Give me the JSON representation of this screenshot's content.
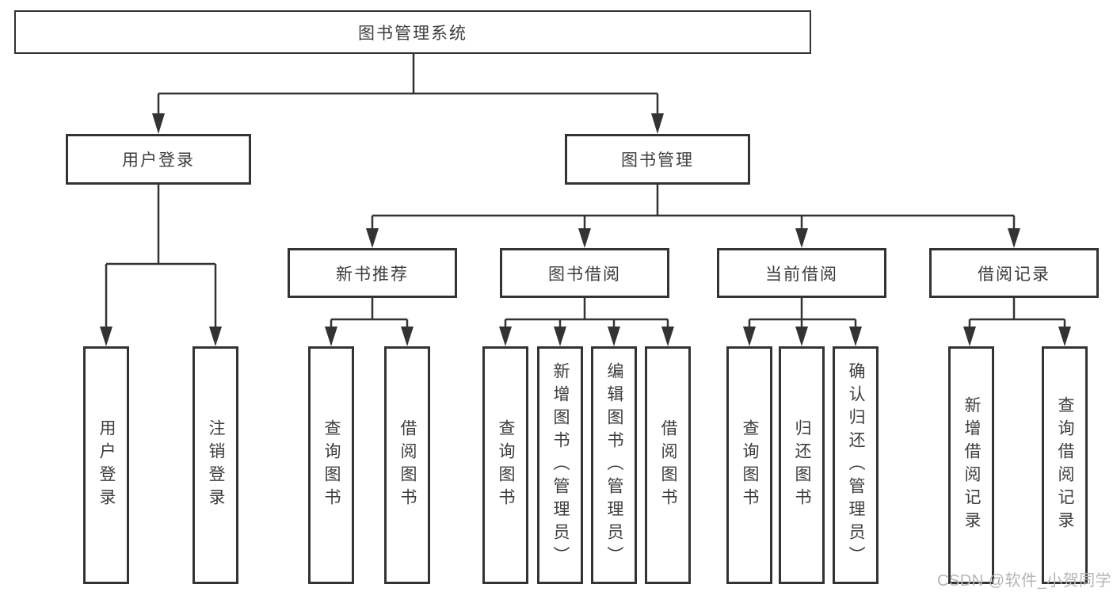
{
  "tree": {
    "label": "图书管理系统",
    "children": [
      {
        "label": "用户登录",
        "children": [
          {
            "label": "用户登录"
          },
          {
            "label": "注销登录"
          }
        ]
      },
      {
        "label": "图书管理",
        "children": [
          {
            "label": "新书推荐",
            "children": [
              {
                "label": "查询图书"
              },
              {
                "label": "借阅图书"
              }
            ]
          },
          {
            "label": "图书借阅",
            "children": [
              {
                "label": "查询图书"
              },
              {
                "label": "新增图书（管理员）"
              },
              {
                "label": "编辑图书（管理员）"
              },
              {
                "label": "借阅图书"
              }
            ]
          },
          {
            "label": "当前借阅",
            "children": [
              {
                "label": "查询图书"
              },
              {
                "label": "归还图书"
              },
              {
                "label": "确认归还（管理员）"
              }
            ]
          },
          {
            "label": "借阅记录",
            "children": [
              {
                "label": "新增借阅记录"
              },
              {
                "label": "查询借阅记录"
              }
            ]
          }
        ]
      }
    ]
  },
  "watermark": "CSDN @软件_小贺同学",
  "colors": {
    "line": "#333333",
    "box_border": "#333333",
    "text": "#3d3d3d",
    "watermark": "#b5b5b5",
    "background": "#ffffff"
  }
}
